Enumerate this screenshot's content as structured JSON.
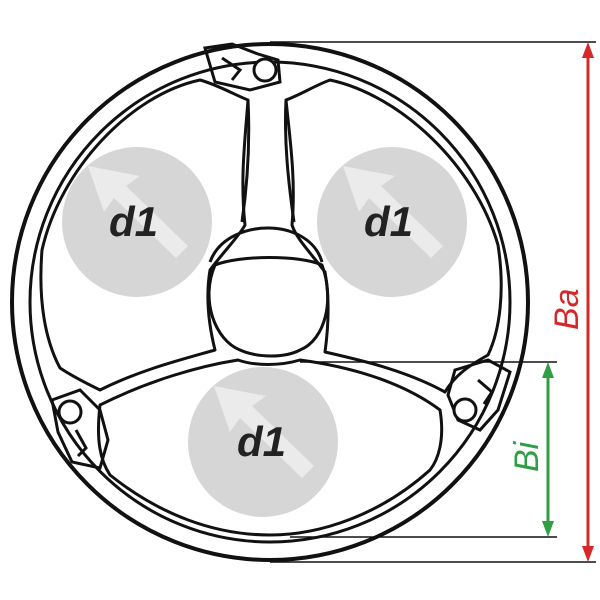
{
  "labels": {
    "chamber_1": "d1",
    "chamber_2": "d1",
    "chamber_3": "d1",
    "outer_dimension": "Ba",
    "inner_dimension": "Bi"
  },
  "colors": {
    "outline": "#111111",
    "chamber_fill": "#d6d6d6",
    "arrow_fill": "#eaeaea",
    "ba_color": "#d62828",
    "bi_color": "#2f9e44"
  }
}
